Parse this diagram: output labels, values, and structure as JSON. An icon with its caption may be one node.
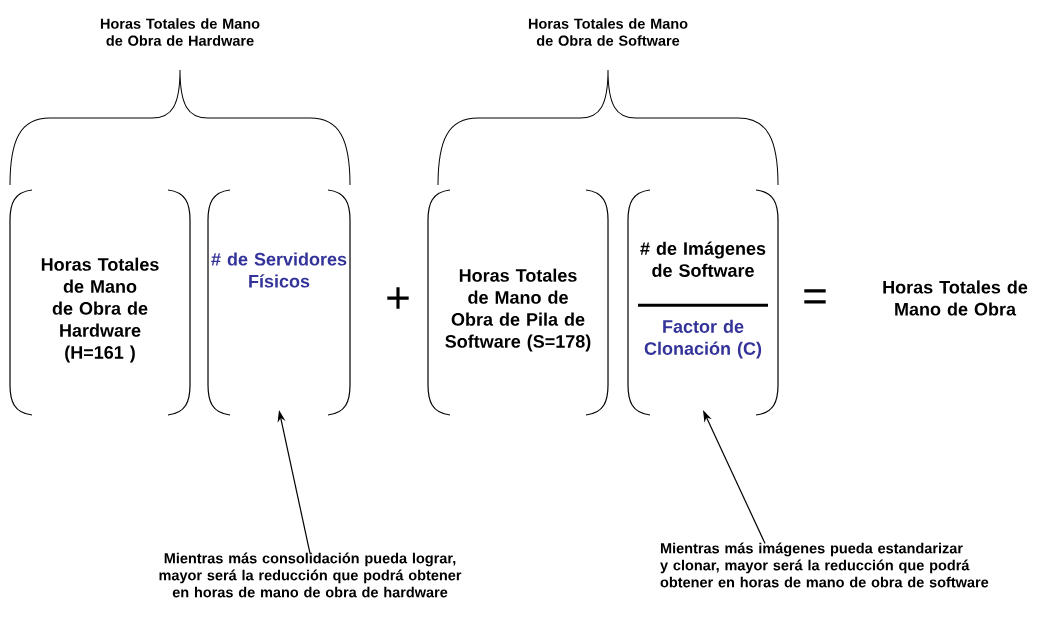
{
  "diagram": {
    "nodes": [
      {
        "text": [
          "Horas Totales de Mano de Obra de Hardware (H=161 )"
        ]
      },
      {
        "text": [
          "# de Servidores Físicos"
        ]
      },
      {
        "text": [
          "Horas Totales de Mano de Obra de Pila de Software (S=178)"
        ]
      },
      {
        "text": [
          "# de Imágenes de Software",
          "Factor de Clonación (C)"
        ]
      },
      {
        "text": [
          "Mientras más consolidación pueda lograr, mayor será la reducción que podrá obtener en horas de mano de obra de hardware"
        ]
      },
      {
        "text": [
          "Mientras más imágenes pueda estandarizar y clonar, mayor será la reducción que podrá obtener en horas de mano de obra de software"
        ]
      }
    ],
    "edges": [
      {
        "from": 4,
        "to": 1,
        "arrow": "to"
      },
      {
        "from": 5,
        "to": 3,
        "arrow": "to"
      }
    ],
    "labels": [
      "Horas Totales de Mano de Obra de Hardware",
      "Horas Totales de Mano de Obra de Software",
      "+",
      "=",
      "Horas Totales de Mano de Obra"
    ]
  }
}
